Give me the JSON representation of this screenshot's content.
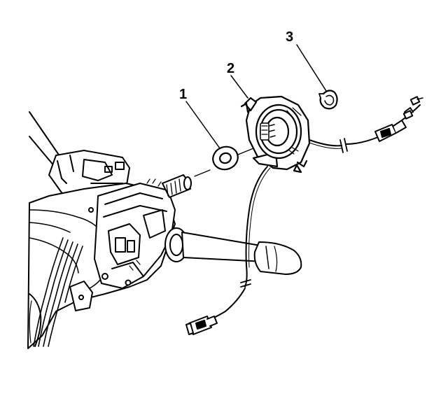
{
  "diagram": {
    "callouts": [
      {
        "id": "1",
        "label": "1",
        "part": "washer"
      },
      {
        "id": "2",
        "label": "2",
        "part": "coil-assembly"
      },
      {
        "id": "3",
        "label": "3",
        "part": "retaining-ring"
      }
    ]
  }
}
